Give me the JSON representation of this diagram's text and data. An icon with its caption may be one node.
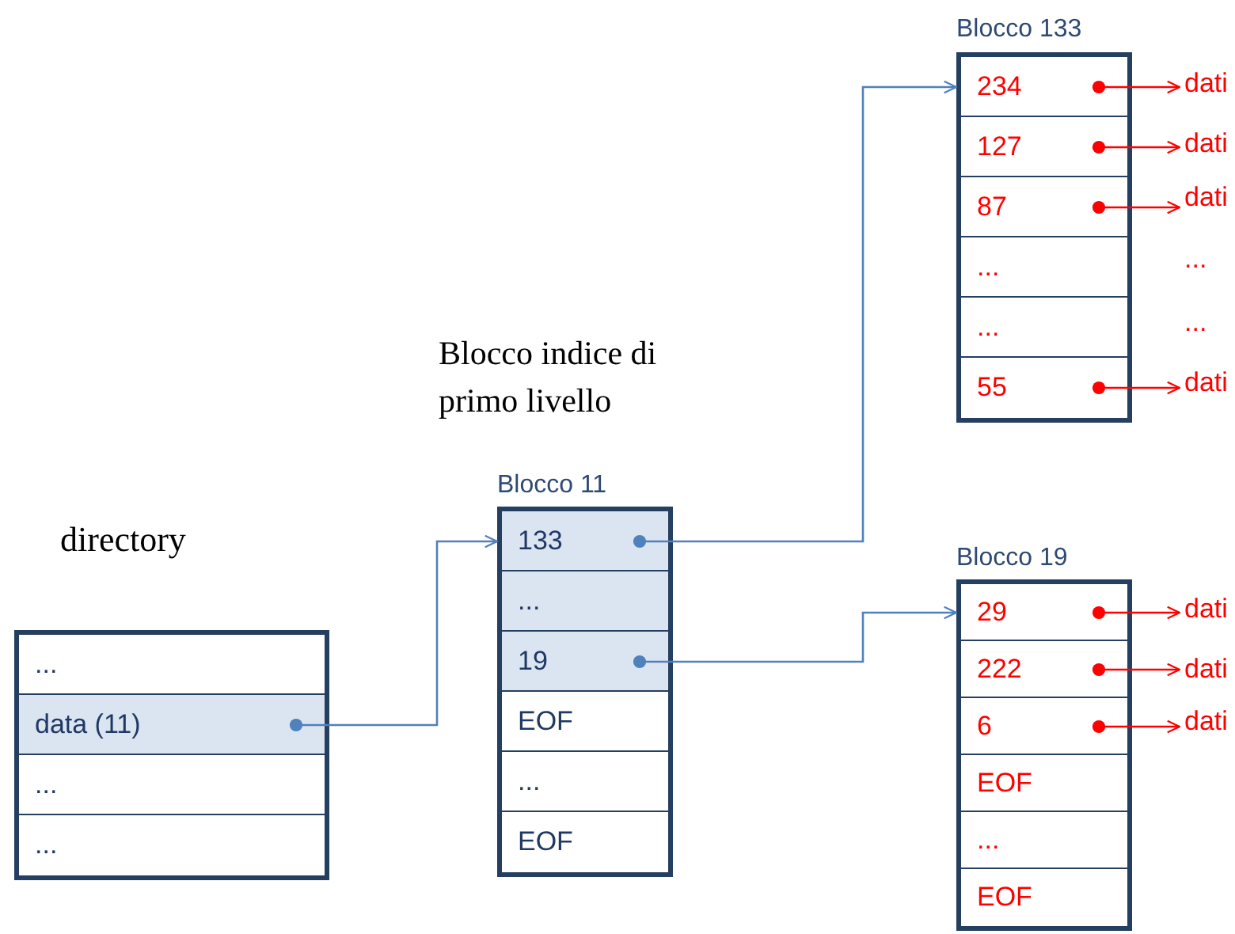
{
  "diagram": {
    "nodes": [
      {
        "text": [
          "directory"
        ]
      },
      {
        "text": [
          "..."
        ],
        "in": 0
      },
      {
        "text": [
          "data (11)"
        ],
        "in": 0
      },
      {
        "text": [
          "..."
        ],
        "in": 0
      },
      {
        "text": [
          "..."
        ],
        "in": 0
      },
      {
        "text": [
          "Blocco 11"
        ]
      },
      {
        "text": [
          "133"
        ],
        "in": 5
      },
      {
        "text": [
          "..."
        ],
        "in": 5
      },
      {
        "text": [
          "19"
        ],
        "in": 5
      },
      {
        "text": [
          "EOF"
        ],
        "in": 5
      },
      {
        "text": [
          "..."
        ],
        "in": 5
      },
      {
        "text": [
          "EOF"
        ],
        "in": 5
      },
      {
        "text": [
          "Blocco 133"
        ]
      },
      {
        "text": [
          "234"
        ],
        "in": 12
      },
      {
        "text": [
          "127"
        ],
        "in": 12
      },
      {
        "text": [
          "87"
        ],
        "in": 12
      },
      {
        "text": [
          "..."
        ],
        "in": 12
      },
      {
        "text": [
          "..."
        ],
        "in": 12
      },
      {
        "text": [
          "55"
        ],
        "in": 12
      },
      {
        "text": [
          "Blocco 19"
        ]
      },
      {
        "text": [
          "29"
        ],
        "in": 19
      },
      {
        "text": [
          "222"
        ],
        "in": 19
      },
      {
        "text": [
          "6"
        ],
        "in": 19
      },
      {
        "text": [
          "EOF"
        ],
        "in": 19
      },
      {
        "text": [
          "..."
        ],
        "in": 19
      },
      {
        "text": [
          "EOF"
        ],
        "in": 19
      },
      {
        "text": [
          "dati"
        ]
      },
      {
        "text": [
          "dati"
        ]
      },
      {
        "text": [
          "dati"
        ]
      },
      {
        "text": [
          "dati"
        ]
      },
      {
        "text": [
          "dati"
        ]
      },
      {
        "text": [
          "dati"
        ]
      },
      {
        "text": [
          "dati"
        ]
      }
    ],
    "edges": [
      {
        "from": 2,
        "to": 6,
        "arrow": "to",
        "color": "#4f81bd"
      },
      {
        "from": 6,
        "to": 13,
        "arrow": "to",
        "color": "#4f81bd"
      },
      {
        "from": 8,
        "to": 20,
        "arrow": "to",
        "color": "#4f81bd"
      },
      {
        "from": 13,
        "to": 26,
        "arrow": "to"
      },
      {
        "from": 14,
        "to": 27,
        "arrow": "to"
      },
      {
        "from": 15,
        "to": 28,
        "arrow": "to"
      },
      {
        "from": 18,
        "to": 29,
        "arrow": "to"
      },
      {
        "from": 20,
        "to": 30,
        "arrow": "to"
      },
      {
        "from": 21,
        "to": 31,
        "arrow": "to"
      },
      {
        "from": 22,
        "to": 32,
        "arrow": "to"
      }
    ],
    "labels": [
      "Blocco indice di primo livello",
      "...",
      "..."
    ]
  }
}
